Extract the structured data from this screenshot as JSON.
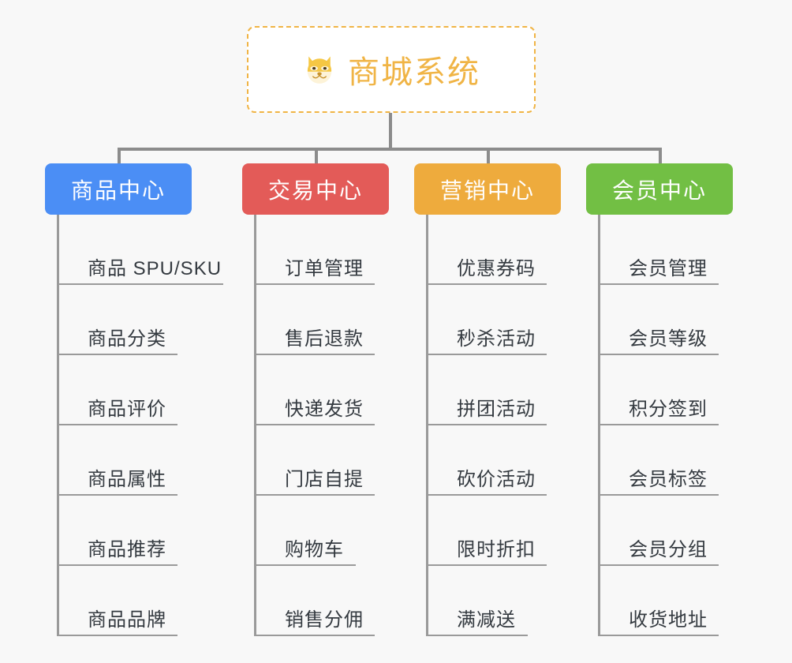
{
  "background_color": "#f8f8f8",
  "root": {
    "icon": "shiba-dog-face-icon",
    "title": "商城系统",
    "text_color": "#f0b445",
    "border_color": "#f0b445",
    "background_color": "#ffffff"
  },
  "connector_color": "#8c8c8c",
  "leaf_line_color": "#9a9a9a",
  "leaf_text_color": "#343a40",
  "categories": [
    {
      "label": "商品中心",
      "color": "#4b8ef5",
      "items": [
        {
          "label": "商品 SPU/SKU",
          "underline_width": 208
        },
        {
          "label": "商品分类",
          "underline_width": 150
        },
        {
          "label": "商品评价",
          "underline_width": 150
        },
        {
          "label": "商品属性",
          "underline_width": 150
        },
        {
          "label": "商品推荐",
          "underline_width": 150
        },
        {
          "label": "商品品牌",
          "underline_width": 150
        }
      ]
    },
    {
      "label": "交易中心",
      "color": "#e35b58",
      "items": [
        {
          "label": "订单管理",
          "underline_width": 150
        },
        {
          "label": "售后退款",
          "underline_width": 150
        },
        {
          "label": "快递发货",
          "underline_width": 150
        },
        {
          "label": "门店自提",
          "underline_width": 150
        },
        {
          "label": "购物车",
          "underline_width": 126
        },
        {
          "label": "销售分佣",
          "underline_width": 150
        }
      ]
    },
    {
      "label": "营销中心",
      "color": "#eeab3d",
      "items": [
        {
          "label": "优惠券码",
          "underline_width": 150
        },
        {
          "label": "秒杀活动",
          "underline_width": 150
        },
        {
          "label": "拼团活动",
          "underline_width": 150
        },
        {
          "label": "砍价活动",
          "underline_width": 150
        },
        {
          "label": "限时折扣",
          "underline_width": 150
        },
        {
          "label": "满减送",
          "underline_width": 126
        }
      ]
    },
    {
      "label": "会员中心",
      "color": "#72bf44",
      "items": [
        {
          "label": "会员管理",
          "underline_width": 150
        },
        {
          "label": "会员等级",
          "underline_width": 150
        },
        {
          "label": "积分签到",
          "underline_width": 150
        },
        {
          "label": "会员标签",
          "underline_width": 150
        },
        {
          "label": "会员分组",
          "underline_width": 150
        },
        {
          "label": "收货地址",
          "underline_width": 150
        }
      ]
    }
  ]
}
